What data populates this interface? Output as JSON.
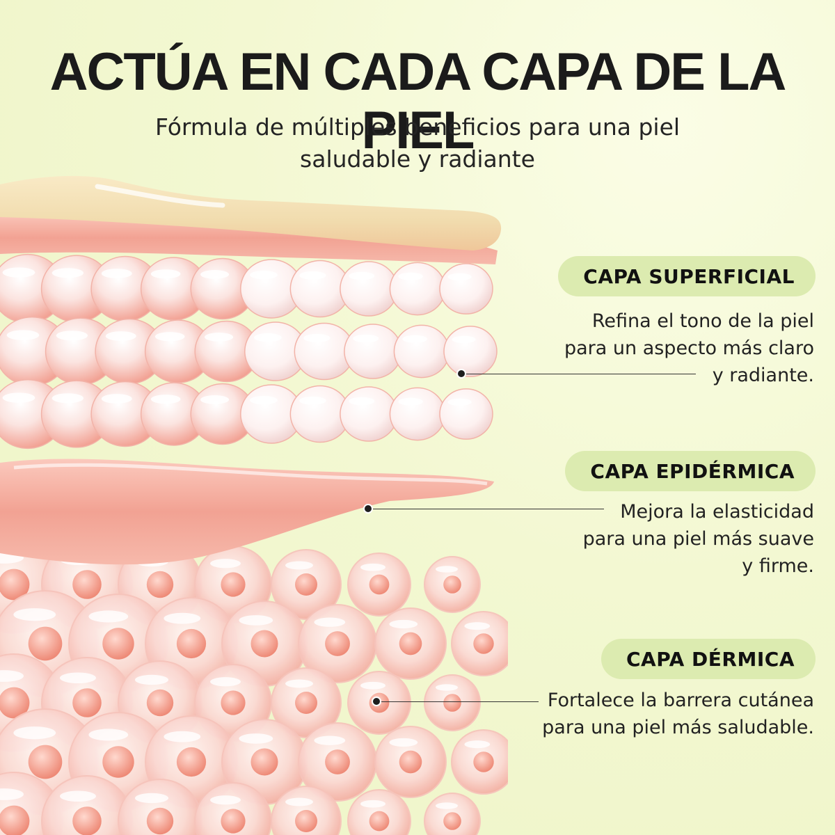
{
  "header": {
    "title": "ACTÚA EN CADA CAPA DE LA PIEL",
    "subtitle_line1": "Fórmula de múltiples beneficios para una piel",
    "subtitle_line2": "saludable y radiante"
  },
  "colors": {
    "background": "#f3f8d2",
    "pill": "#dcebb0",
    "top_layer": "#f4e2b8",
    "sphere_pink": "#f4a497",
    "sphere_white": "#fbeeee"
  },
  "layers": [
    {
      "label": "CAPA SUPERFICIAL",
      "lines": [
        "Refina el tono de la piel",
        "para un aspecto más claro",
        "y radiante."
      ]
    },
    {
      "label": "CAPA EPIDÉRMICA",
      "lines": [
        "Mejora la elasticidad",
        "para una piel más suave",
        "y firme."
      ]
    },
    {
      "label": "CAPA DÉRMICA",
      "lines": [
        "Fortalece la barrera cutánea",
        "para una piel más saludable."
      ]
    }
  ]
}
